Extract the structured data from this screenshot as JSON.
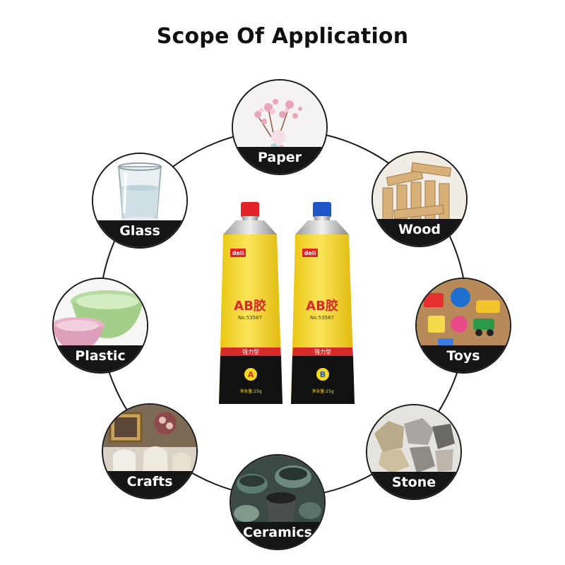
{
  "title": "Scope Of Application",
  "materials": [
    {
      "label": "Paper"
    },
    {
      "label": "Wood"
    },
    {
      "label": "Toys"
    },
    {
      "label": "Stone"
    },
    {
      "label": "Ceramics"
    },
    {
      "label": "Crafts"
    },
    {
      "label": "Plastic"
    },
    {
      "label": "Glass"
    }
  ],
  "product": {
    "brand": "deli",
    "name": "AB胶",
    "model": "No.53587",
    "type": "强力型",
    "net": "净含量:25g",
    "tubes": [
      {
        "letter": "A",
        "cap_color": "#e32227",
        "badge_color": "#e32227"
      },
      {
        "letter": "B",
        "cap_color": "#1f57c9",
        "badge_color": "#1f57c9"
      }
    ],
    "tube_color": "#f4d820"
  }
}
